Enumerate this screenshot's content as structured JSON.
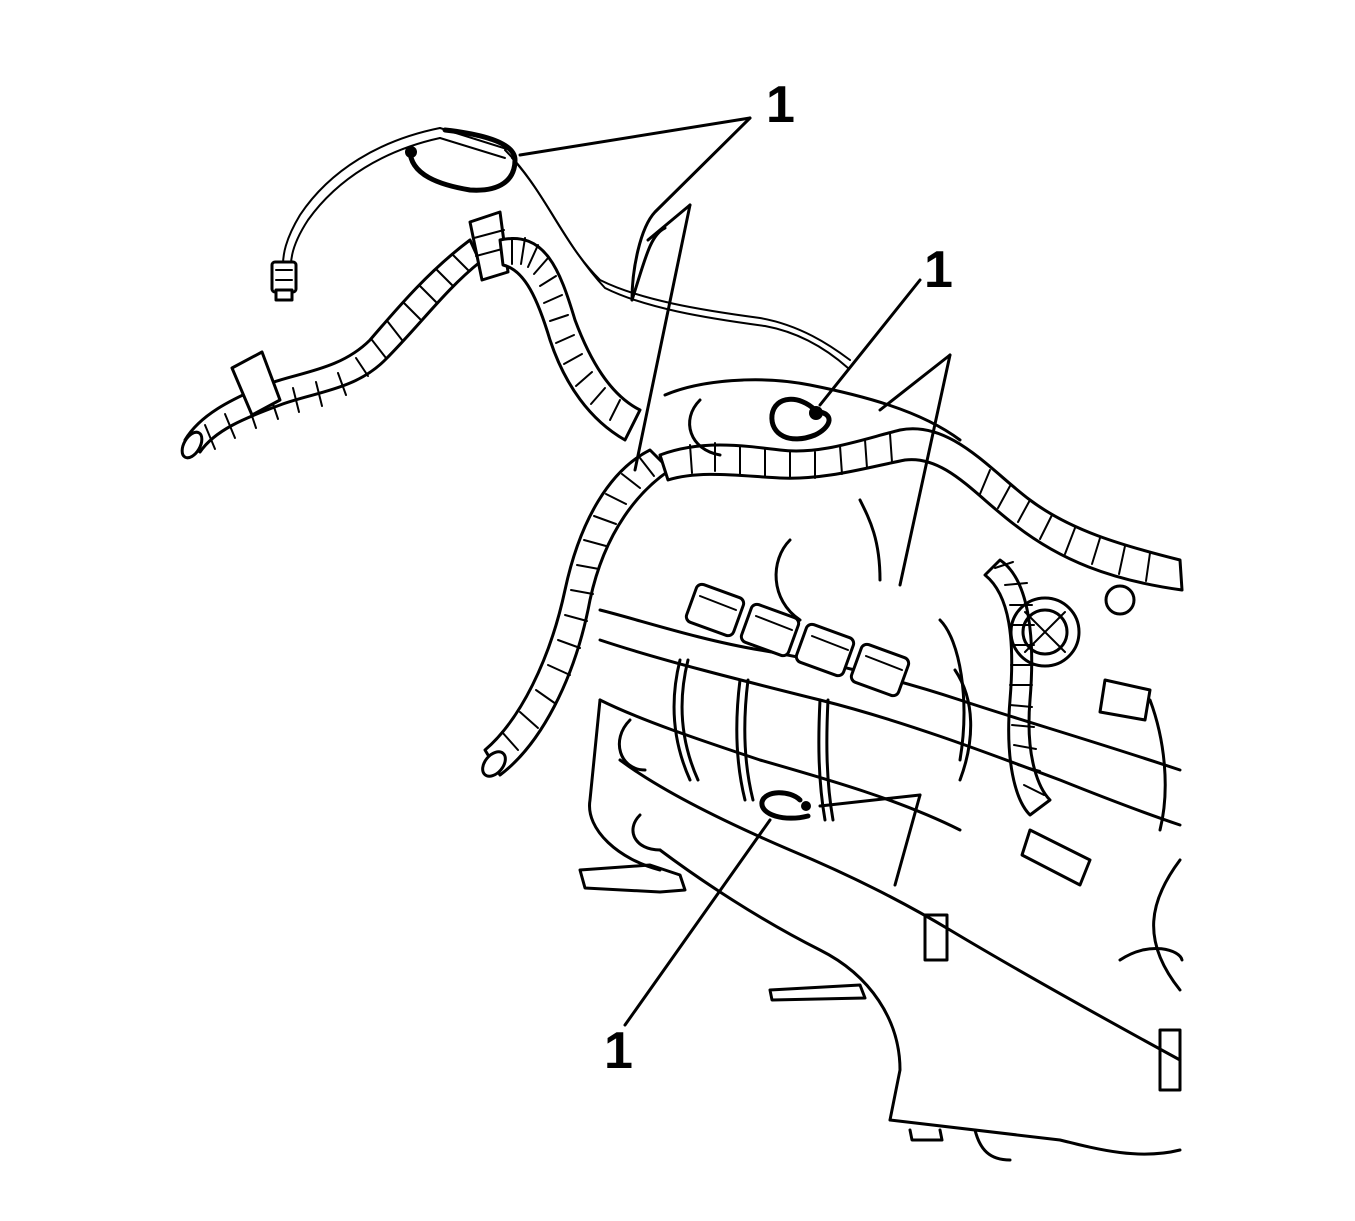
{
  "callouts": [
    {
      "id": "callout-top",
      "label": "1"
    },
    {
      "id": "callout-upper-right",
      "label": "1"
    },
    {
      "id": "callout-bottom",
      "label": "1"
    }
  ],
  "colors": {
    "ink": "#000000",
    "paper": "#ffffff"
  }
}
